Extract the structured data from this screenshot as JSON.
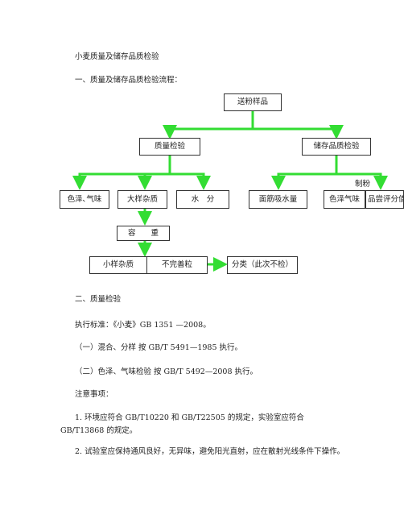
{
  "title": "小麦质量及储存品质检验",
  "section1": "一、质量及储存品质检验流程：",
  "flow": {
    "root": "送粉样品",
    "quality": "质量检验",
    "storage": "储存品质检验",
    "color_smell": "色泽､气味",
    "large_impurity": "大样杂质",
    "moisture": "水　分",
    "gluten": "面筋吸水量",
    "color_smell2": "色泽气味",
    "taste_score": "品尝评分值",
    "milling": "制粉",
    "bulk_density": "容　　重",
    "small_impurity": "小样杂质",
    "imperfect": "不完善粒",
    "classify": "分类（此次不检）"
  },
  "section2": "二、质量检验",
  "standard": "执行标准：《小麦》GB 1351 —2008。",
  "item1": "（一）混合、分样 按 GB/T 5491—1985 执行。",
  "item2": "（二）色泽、气味检验 按 GB/T 5492—2008 执行。",
  "notes": "注意事项：",
  "note1": "1. 环境应符合 GB/T10220 和 GB/T22505 的规定，实验室应符合 GB/T13868 的规定。",
  "note2": "2. 试验室应保持通风良好，无异味，避免阳光直射，应在散射光线条件下操作。",
  "colors": {
    "arrow": "#33dd33",
    "border": "#333333"
  }
}
